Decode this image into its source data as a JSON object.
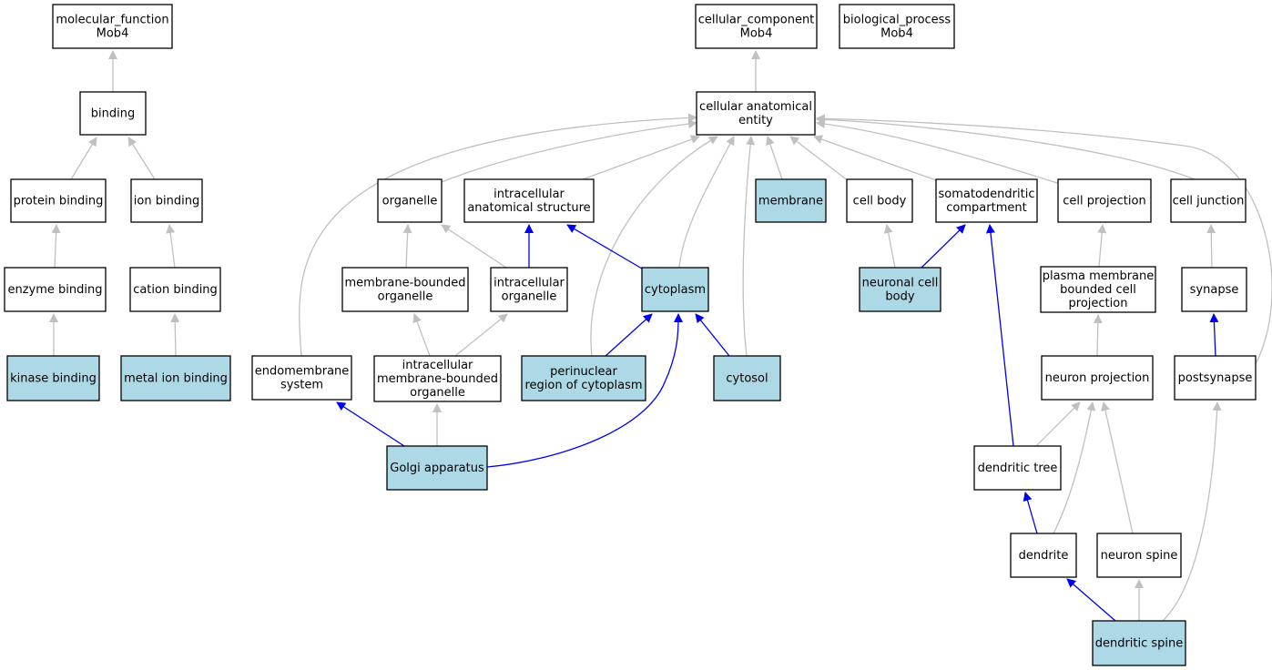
{
  "colors": {
    "highlight_fill": "#add8e6",
    "plain_fill": "#ffffff",
    "gray_edge": "#c0c0c0",
    "blue_edge": "#0000ee"
  },
  "nodes": [
    {
      "id": "molecular_function",
      "lines": [
        "molecular_function",
        "Mob4"
      ],
      "highlight": false
    },
    {
      "id": "binding",
      "lines": [
        "binding"
      ],
      "highlight": false
    },
    {
      "id": "protein_binding",
      "lines": [
        "protein binding"
      ],
      "highlight": false
    },
    {
      "id": "ion_binding",
      "lines": [
        "ion binding"
      ],
      "highlight": false
    },
    {
      "id": "enzyme_binding",
      "lines": [
        "enzyme binding"
      ],
      "highlight": false
    },
    {
      "id": "cation_binding",
      "lines": [
        "cation binding"
      ],
      "highlight": false
    },
    {
      "id": "kinase_binding",
      "lines": [
        "kinase binding"
      ],
      "highlight": true
    },
    {
      "id": "metal_ion_binding",
      "lines": [
        "metal ion binding"
      ],
      "highlight": true
    },
    {
      "id": "cellular_component",
      "lines": [
        "cellular_component",
        "Mob4"
      ],
      "highlight": false
    },
    {
      "id": "biological_process",
      "lines": [
        "biological_process",
        "Mob4"
      ],
      "highlight": false
    },
    {
      "id": "cellular_anatomical_entity",
      "lines": [
        "cellular anatomical",
        "entity"
      ],
      "highlight": false
    },
    {
      "id": "organelle",
      "lines": [
        "organelle"
      ],
      "highlight": false
    },
    {
      "id": "intracellular_anatomical_structure",
      "lines": [
        "intracellular",
        "anatomical structure"
      ],
      "highlight": false
    },
    {
      "id": "membrane",
      "lines": [
        "membrane"
      ],
      "highlight": true
    },
    {
      "id": "cell_body",
      "lines": [
        "cell body"
      ],
      "highlight": false
    },
    {
      "id": "somatodendritic_compartment",
      "lines": [
        "somatodendritic",
        "compartment"
      ],
      "highlight": false
    },
    {
      "id": "cell_projection",
      "lines": [
        "cell projection"
      ],
      "highlight": false
    },
    {
      "id": "cell_junction",
      "lines": [
        "cell junction"
      ],
      "highlight": false
    },
    {
      "id": "membrane_bounded_organelle",
      "lines": [
        "membrane-bounded",
        "organelle"
      ],
      "highlight": false
    },
    {
      "id": "intracellular_organelle",
      "lines": [
        "intracellular",
        "organelle"
      ],
      "highlight": false
    },
    {
      "id": "cytoplasm",
      "lines": [
        "cytoplasm"
      ],
      "highlight": true
    },
    {
      "id": "neuronal_cell_body",
      "lines": [
        "neuronal cell",
        "body"
      ],
      "highlight": true
    },
    {
      "id": "plasma_membrane_bounded_cell_projection",
      "lines": [
        "plasma membrane",
        "bounded cell",
        "projection"
      ],
      "highlight": false
    },
    {
      "id": "synapse",
      "lines": [
        "synapse"
      ],
      "highlight": false
    },
    {
      "id": "endomembrane_system",
      "lines": [
        "endomembrane",
        "system"
      ],
      "highlight": false
    },
    {
      "id": "intracellular_membrane_bounded_organelle",
      "lines": [
        "intracellular",
        "membrane-bounded",
        "organelle"
      ],
      "highlight": false
    },
    {
      "id": "perinuclear_region_of_cytoplasm",
      "lines": [
        "perinuclear",
        "region of cytoplasm"
      ],
      "highlight": true
    },
    {
      "id": "cytosol",
      "lines": [
        "cytosol"
      ],
      "highlight": true
    },
    {
      "id": "neuron_projection",
      "lines": [
        "neuron projection"
      ],
      "highlight": false
    },
    {
      "id": "postsynapse",
      "lines": [
        "postsynapse"
      ],
      "highlight": false
    },
    {
      "id": "golgi_apparatus",
      "lines": [
        "Golgi apparatus"
      ],
      "highlight": true
    },
    {
      "id": "dendritic_tree",
      "lines": [
        "dendritic tree"
      ],
      "highlight": false
    },
    {
      "id": "dendrite",
      "lines": [
        "dendrite"
      ],
      "highlight": false
    },
    {
      "id": "neuron_spine",
      "lines": [
        "neuron spine"
      ],
      "highlight": false
    },
    {
      "id": "dendritic_spine",
      "lines": [
        "dendritic spine"
      ],
      "highlight": true
    }
  ],
  "edges": [
    {
      "from": "binding",
      "to": "molecular_function",
      "relation": "is_a"
    },
    {
      "from": "protein_binding",
      "to": "binding",
      "relation": "is_a"
    },
    {
      "from": "ion_binding",
      "to": "binding",
      "relation": "is_a"
    },
    {
      "from": "enzyme_binding",
      "to": "protein_binding",
      "relation": "is_a"
    },
    {
      "from": "cation_binding",
      "to": "ion_binding",
      "relation": "is_a"
    },
    {
      "from": "kinase_binding",
      "to": "enzyme_binding",
      "relation": "is_a"
    },
    {
      "from": "metal_ion_binding",
      "to": "cation_binding",
      "relation": "is_a"
    },
    {
      "from": "cellular_anatomical_entity",
      "to": "cellular_component",
      "relation": "is_a"
    },
    {
      "from": "endomembrane_system",
      "to": "cellular_anatomical_entity",
      "relation": "is_a"
    },
    {
      "from": "organelle",
      "to": "cellular_anatomical_entity",
      "relation": "is_a"
    },
    {
      "from": "intracellular_anatomical_structure",
      "to": "cellular_anatomical_entity",
      "relation": "is_a"
    },
    {
      "from": "perinuclear_region_of_cytoplasm",
      "to": "cellular_anatomical_entity",
      "relation": "is_a"
    },
    {
      "from": "cytoplasm",
      "to": "cellular_anatomical_entity",
      "relation": "is_a"
    },
    {
      "from": "cytosol",
      "to": "cellular_anatomical_entity",
      "relation": "is_a"
    },
    {
      "from": "membrane",
      "to": "cellular_anatomical_entity",
      "relation": "is_a"
    },
    {
      "from": "cell_body",
      "to": "cellular_anatomical_entity",
      "relation": "is_a"
    },
    {
      "from": "somatodendritic_compartment",
      "to": "cellular_anatomical_entity",
      "relation": "is_a"
    },
    {
      "from": "cell_projection",
      "to": "cellular_anatomical_entity",
      "relation": "is_a"
    },
    {
      "from": "cell_junction",
      "to": "cellular_anatomical_entity",
      "relation": "is_a"
    },
    {
      "from": "postsynapse",
      "to": "cellular_anatomical_entity",
      "relation": "is_a"
    },
    {
      "from": "membrane_bounded_organelle",
      "to": "organelle",
      "relation": "is_a"
    },
    {
      "from": "intracellular_organelle",
      "to": "organelle",
      "relation": "is_a"
    },
    {
      "from": "intracellular_organelle",
      "to": "intracellular_anatomical_structure",
      "relation": "part_of"
    },
    {
      "from": "cytoplasm",
      "to": "intracellular_anatomical_structure",
      "relation": "part_of"
    },
    {
      "from": "intracellular_membrane_bounded_organelle",
      "to": "membrane_bounded_organelle",
      "relation": "is_a"
    },
    {
      "from": "intracellular_membrane_bounded_organelle",
      "to": "intracellular_organelle",
      "relation": "is_a"
    },
    {
      "from": "golgi_apparatus",
      "to": "intracellular_membrane_bounded_organelle",
      "relation": "is_a"
    },
    {
      "from": "golgi_apparatus",
      "to": "endomembrane_system",
      "relation": "part_of"
    },
    {
      "from": "golgi_apparatus",
      "to": "cytoplasm",
      "relation": "part_of"
    },
    {
      "from": "perinuclear_region_of_cytoplasm",
      "to": "cytoplasm",
      "relation": "part_of"
    },
    {
      "from": "cytosol",
      "to": "cytoplasm",
      "relation": "part_of"
    },
    {
      "from": "neuronal_cell_body",
      "to": "cell_body",
      "relation": "is_a"
    },
    {
      "from": "neuronal_cell_body",
      "to": "somatodendritic_compartment",
      "relation": "part_of"
    },
    {
      "from": "dendritic_tree",
      "to": "somatodendritic_compartment",
      "relation": "part_of"
    },
    {
      "from": "plasma_membrane_bounded_cell_projection",
      "to": "cell_projection",
      "relation": "is_a"
    },
    {
      "from": "neuron_projection",
      "to": "plasma_membrane_bounded_cell_projection",
      "relation": "is_a"
    },
    {
      "from": "dendritic_tree",
      "to": "neuron_projection",
      "relation": "is_a"
    },
    {
      "from": "dendrite",
      "to": "neuron_projection",
      "relation": "is_a"
    },
    {
      "from": "neuron_spine",
      "to": "neuron_projection",
      "relation": "is_a"
    },
    {
      "from": "dendrite",
      "to": "dendritic_tree",
      "relation": "part_of"
    },
    {
      "from": "synapse",
      "to": "cell_junction",
      "relation": "is_a"
    },
    {
      "from": "postsynapse",
      "to": "synapse",
      "relation": "part_of"
    },
    {
      "from": "dendritic_spine",
      "to": "neuron_spine",
      "relation": "is_a"
    },
    {
      "from": "dendritic_spine",
      "to": "dendrite",
      "relation": "part_of"
    },
    {
      "from": "dendritic_spine",
      "to": "postsynapse",
      "relation": "is_a"
    }
  ]
}
